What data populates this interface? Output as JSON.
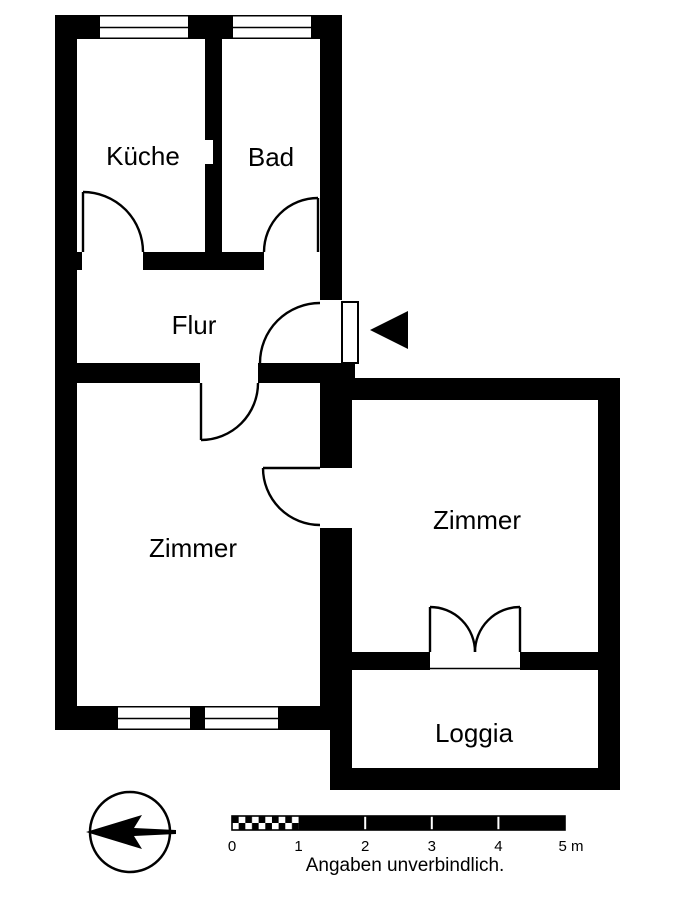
{
  "rooms": {
    "kueche": {
      "label": "Küche"
    },
    "bad": {
      "label": "Bad"
    },
    "flur": {
      "label": "Flur"
    },
    "zimmer_left": {
      "label": "Zimmer"
    },
    "zimmer_right": {
      "label": "Zimmer"
    },
    "loggia": {
      "label": "Loggia"
    }
  },
  "scale_bar": {
    "tick_labels": [
      "0",
      "1",
      "2",
      "3",
      "4",
      "5 m"
    ]
  },
  "annotations": {
    "disclaimer": "Angaben unverbindlich."
  },
  "icons": {
    "north_arrow": "north-arrow-icon",
    "entrance_arrow": "entrance-arrow-icon"
  },
  "colors": {
    "wall": "#000000",
    "background": "#ffffff"
  }
}
